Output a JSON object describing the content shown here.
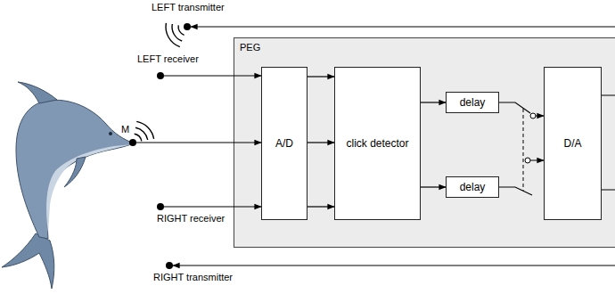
{
  "diagram": {
    "nodes": [
      {
        "text": [
          "LEFT transmitter"
        ]
      },
      {
        "text": [
          "PEG"
        ]
      },
      {
        "text": [
          "LEFT receiver"
        ]
      },
      {
        "text": [
          "M"
        ]
      },
      {
        "text": [
          "A/D"
        ],
        "in": 1
      },
      {
        "text": [
          "click detector"
        ],
        "in": 1
      },
      {
        "text": [
          "delay"
        ],
        "in": 1
      },
      {
        "text": [
          "delay"
        ],
        "in": 1
      },
      {
        "text": [
          "D/A"
        ],
        "in": 1
      },
      {
        "text": [
          "RIGHT receiver"
        ]
      },
      {
        "text": [
          "RIGHT transmitter"
        ]
      }
    ],
    "edges": [
      {
        "from": 2,
        "to": 4,
        "arrow": "to"
      },
      {
        "from": 3,
        "to": 4,
        "arrow": "to"
      },
      {
        "from": 9,
        "to": 4,
        "arrow": "to"
      },
      {
        "from": 4,
        "to": 5,
        "arrow": "to"
      },
      {
        "from": 4,
        "to": 5,
        "arrow": "to"
      },
      {
        "from": 4,
        "to": 5,
        "arrow": "to"
      },
      {
        "from": 5,
        "to": 6,
        "arrow": "to"
      },
      {
        "from": 5,
        "to": 7,
        "arrow": "to"
      },
      {
        "from": 6,
        "to": 8,
        "arrow": "to"
      },
      {
        "from": 7,
        "to": 8,
        "arrow": "to"
      },
      {
        "from": 8,
        "to": 0,
        "arrow": "to"
      },
      {
        "from": 8,
        "to": 10,
        "arrow": "to"
      }
    ]
  }
}
